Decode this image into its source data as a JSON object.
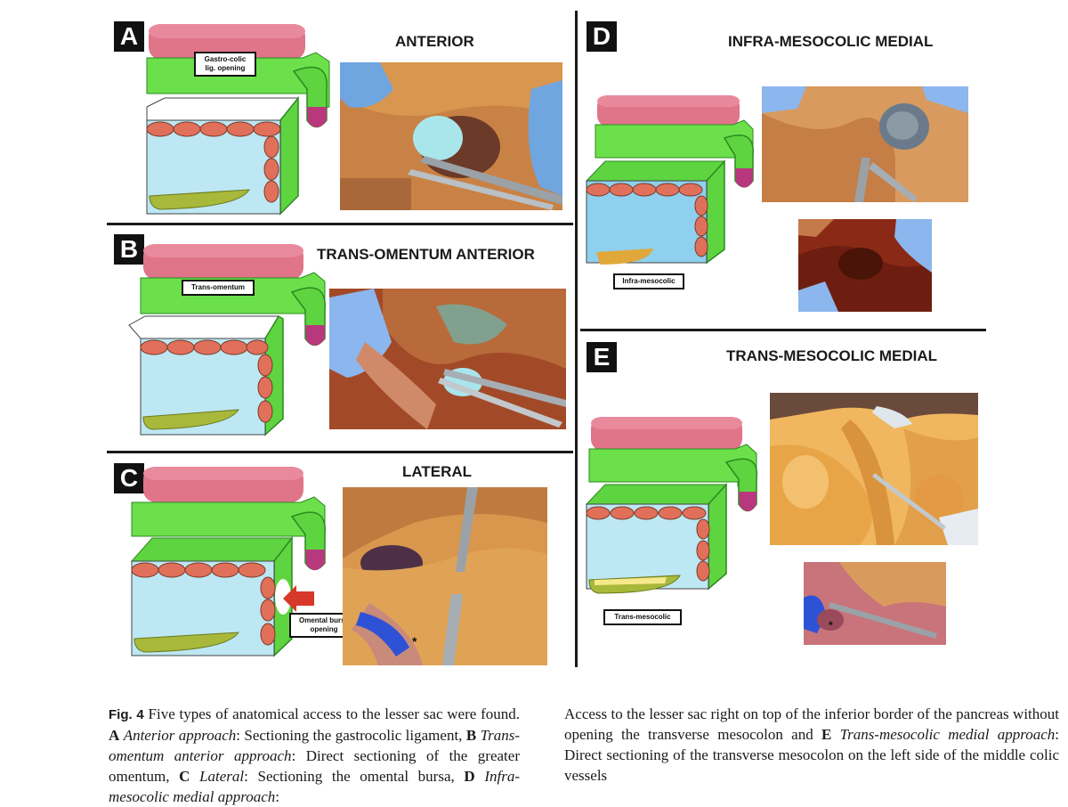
{
  "figure": {
    "panels": [
      {
        "letter": "A",
        "title": "ANTERIOR",
        "callout": "Gastro-colic lig. opening"
      },
      {
        "letter": "B",
        "title": "TRANS-OMENTUM ANTERIOR",
        "callout": "Trans-omentum"
      },
      {
        "letter": "C",
        "title": "LATERAL",
        "callout": "Omental bursa opening"
      },
      {
        "letter": "D",
        "title": "INFRA-MESOCOLIC MEDIAL",
        "callout": "Infra-mesocolic"
      },
      {
        "letter": "E",
        "title": "TRANS-MESOCOLIC MEDIAL",
        "callout": "Trans-mesocolic"
      }
    ],
    "photo_star": "*"
  },
  "caption": {
    "fig_label": "Fig. 4",
    "intro": "Five types of anatomical access to the lesser sac were found.",
    "items": [
      {
        "letter": "A",
        "name": "Anterior approach",
        "desc": "Sectioning the gastrocolic ligament,"
      },
      {
        "letter": "B",
        "name": "Trans-omentum anterior approach",
        "desc": "Direct sectioning of the greater omentum,"
      },
      {
        "letter": "C",
        "name": "Lateral",
        "desc": "Sectioning the omental bursa,"
      },
      {
        "letter": "D",
        "name": "Infra-mesocolic medial approach",
        "desc": "Access to the lesser sac right on top of the inferior border of the pancreas without opening the transverse mesocolon and"
      },
      {
        "letter": "E",
        "name": "Trans-mesocolic medial approach",
        "desc": "Direct sectioning of the transverse mesocolon on the left side of the middle colic vessels"
      }
    ]
  }
}
